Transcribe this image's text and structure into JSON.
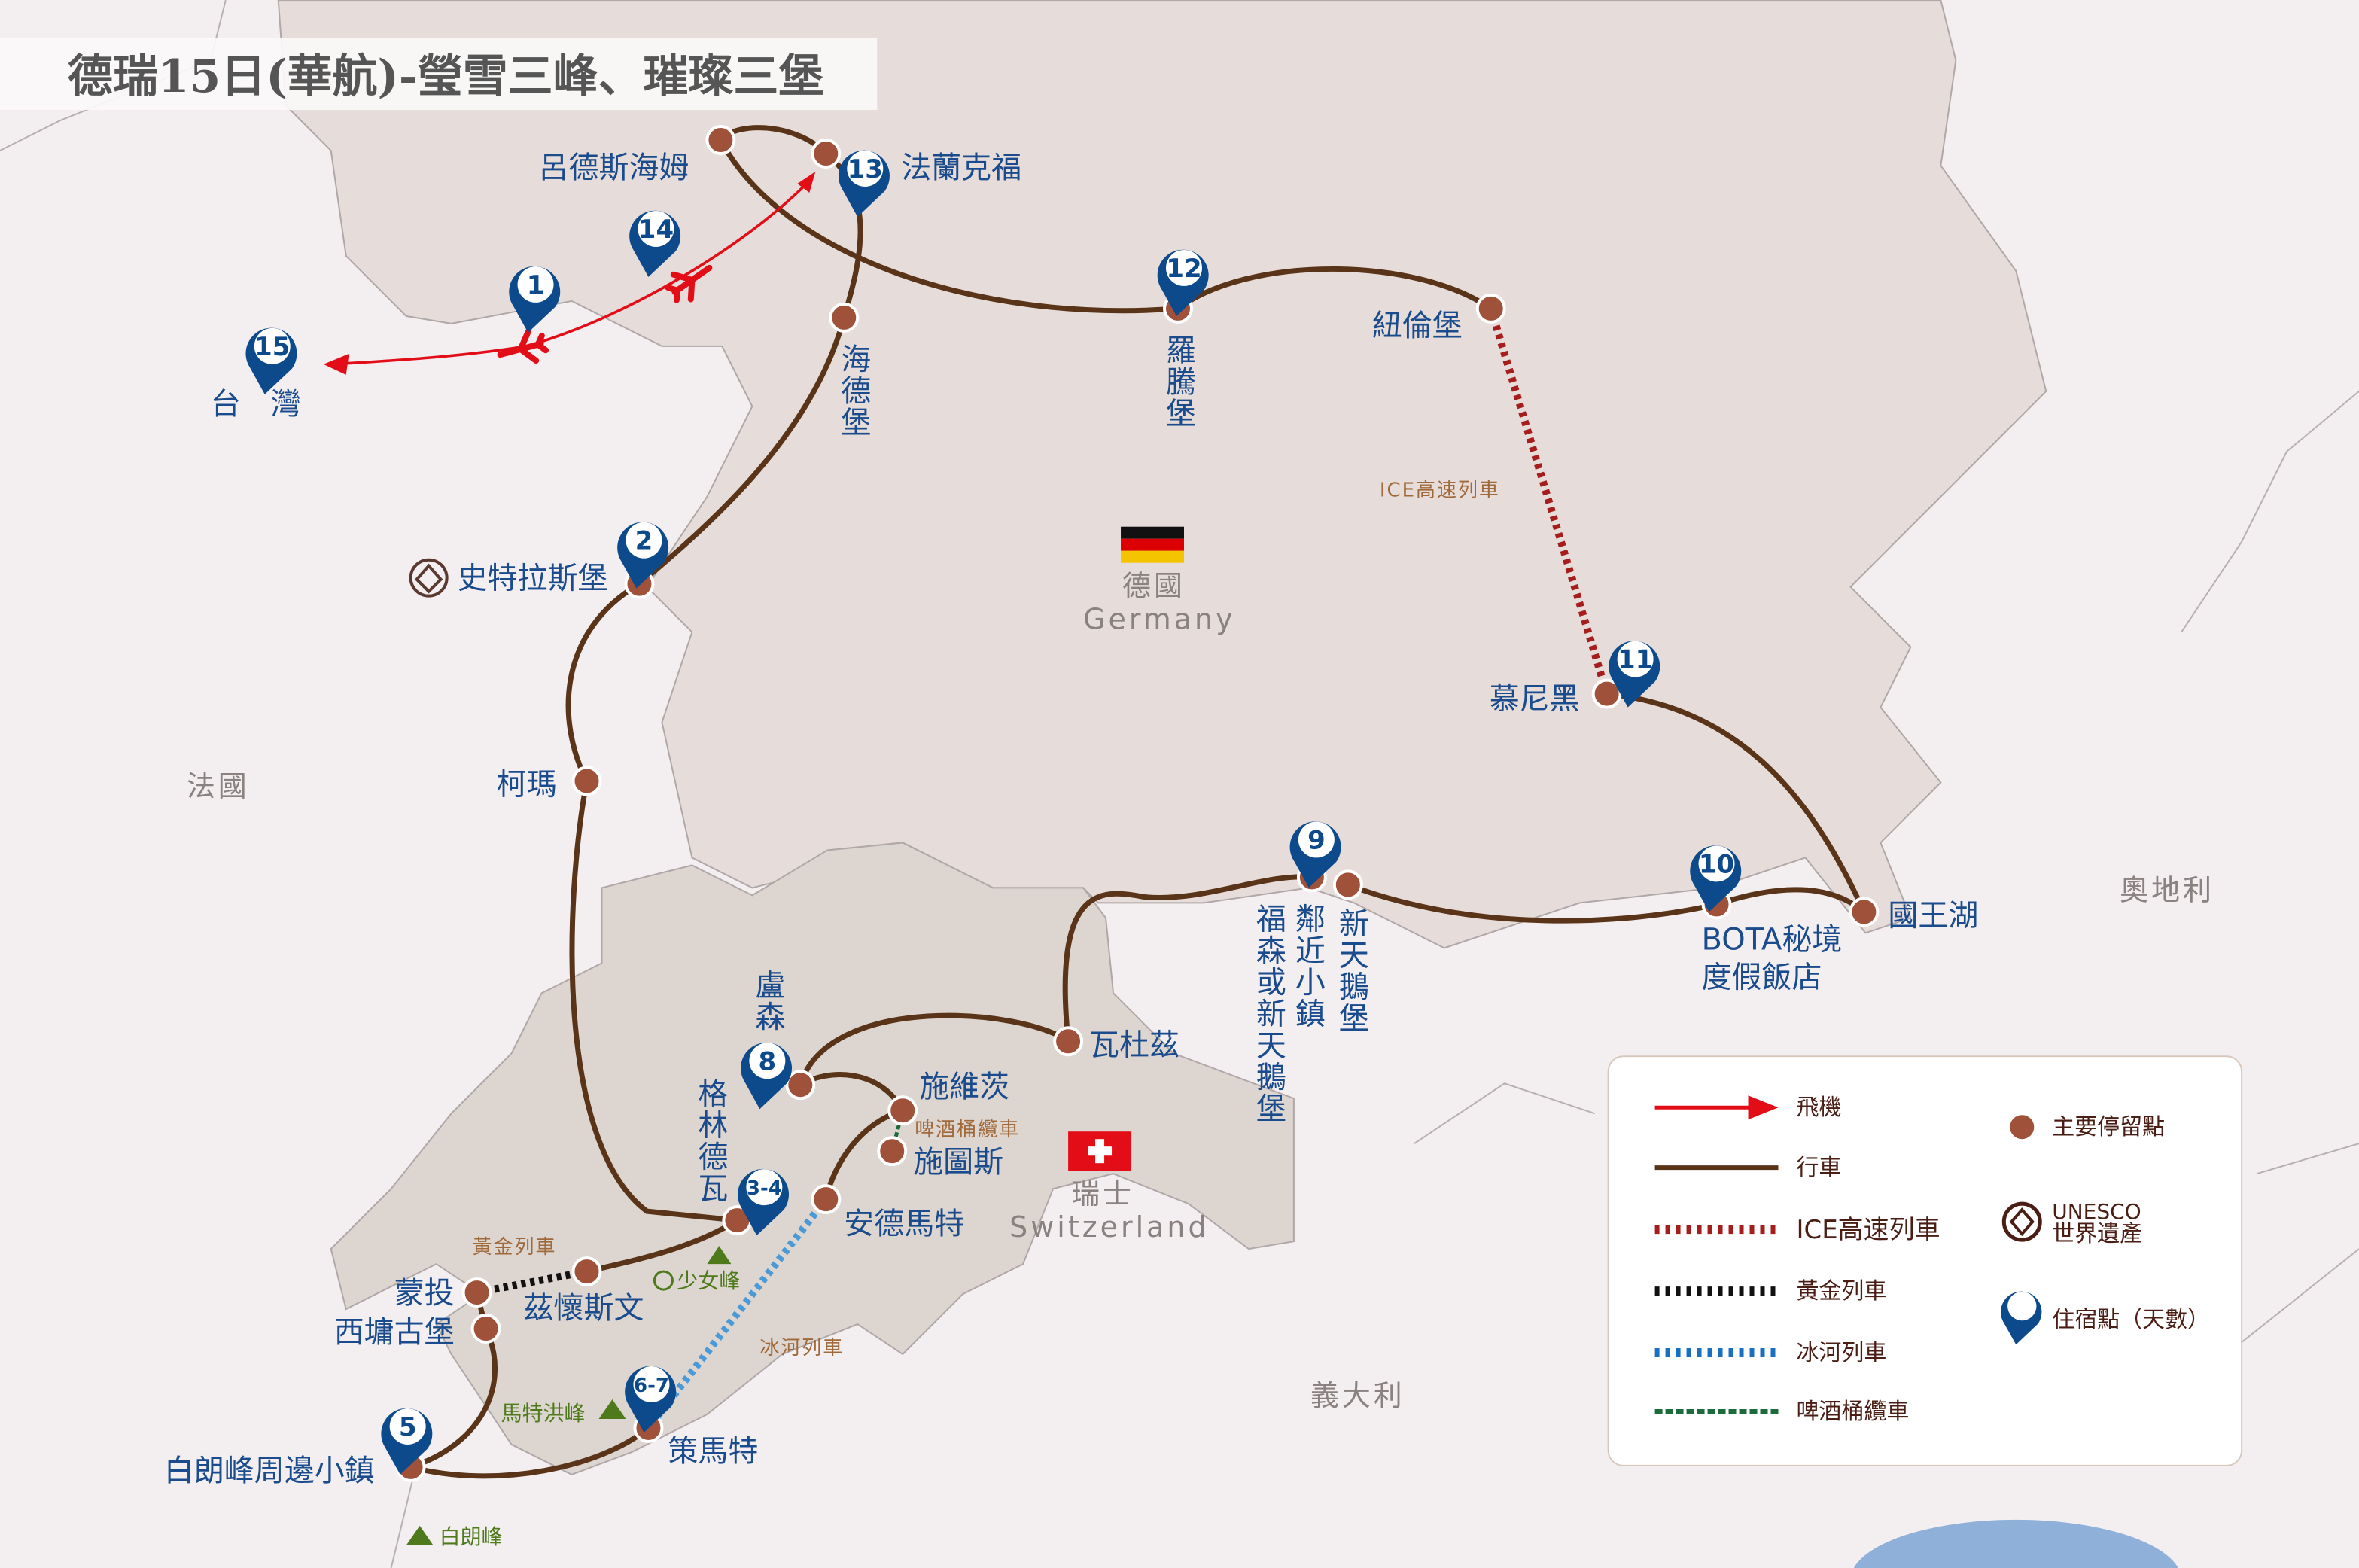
{
  "title": "德瑞15日(華航)-瑩雪三峰、璀璨三堡",
  "colors": {
    "route": "#5a3418",
    "stop": "#a0513a",
    "pin": "#0d4a8c",
    "flight": "#e30d17",
    "ice": "#a51d1d",
    "golden": "#111111",
    "glacier": "#4a9ad8",
    "beer": "#1d6b3a",
    "label": "#1a4b8c"
  },
  "countries": {
    "germany_cn": "德國",
    "germany_en": "Germany",
    "switzerland_cn": "瑞士",
    "switzerland_en": "Switzerland",
    "france": "法國",
    "austria": "奧地利",
    "italy": "義大利"
  },
  "stops": {
    "taiwan": "台　灣",
    "rudesheim": "呂德斯海姆",
    "frankfurt": "法蘭克福",
    "heidelberg": "海德堡",
    "rothenburg": "羅騰堡",
    "nuremberg": "紐倫堡",
    "munich": "慕尼黑",
    "konigssee": "國王湖",
    "bota_1": "BOTA秘境",
    "bota_2": "度假飯店",
    "fussen": "福森或新天鵝堡",
    "nearby": "鄰近小鎮",
    "neuschwanstein": "新天鵝堡",
    "vaduz": "瓦杜茲",
    "luzern": "盧森",
    "schwyz": "施維茨",
    "stoos": "施圖斯",
    "andermatt": "安德馬特",
    "grindelwald": "格林德瓦",
    "zweisimmen": "茲懷斯文",
    "montreux": "蒙投",
    "chillon": "西墉古堡",
    "chamonix": "白朗峰周邊小鎮",
    "zermatt": "策馬特",
    "strasbourg": "史特拉斯堡",
    "colmar": "柯瑪"
  },
  "trains": {
    "ice": "ICE高速列車",
    "golden": "黃金列車",
    "glacier": "冰河列車",
    "beer": "啤酒桶纜車"
  },
  "peaks": {
    "jungfrau": "少女峰",
    "matterhorn": "馬特洪峰",
    "montblanc": "白朗峰"
  },
  "pins": [
    "1",
    "2",
    "3-4",
    "5",
    "6-7",
    "8",
    "9",
    "10",
    "11",
    "12",
    "13",
    "14",
    "15"
  ],
  "legend": {
    "flight": "飛機",
    "drive": "行車",
    "ice": "ICE高速列車",
    "golden": "黃金列車",
    "glacier": "冰河列車",
    "beer": "啤酒桶纜車",
    "stop": "主要停留點",
    "unesco_1": "UNESCO",
    "unesco_2": "世界遺產",
    "stay": "住宿點（天數）"
  }
}
